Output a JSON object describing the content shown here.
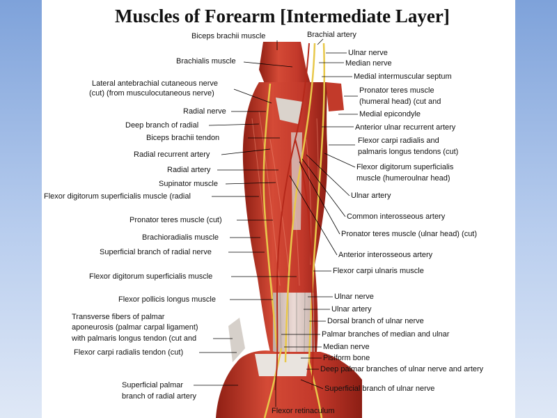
{
  "title": "Muscles of Forearm [Intermediate Layer]",
  "labels_left": {
    "biceps_brachii_muscle": "Biceps brachii muscle",
    "brachialis_muscle": "Brachialis muscle",
    "lateral_antebrachial_1": "Lateral antebrachial cutaneous nerve",
    "lateral_antebrachial_2": "(cut) (from musculocutaneous nerve)",
    "radial_nerve": "Radial nerve",
    "deep_branch_radial": "Deep branch of radial",
    "biceps_brachii_tendon": "Biceps brachii tendon",
    "radial_recurrent_artery": "Radial recurrent artery",
    "radial_artery": "Radial artery",
    "supinator_muscle": "Supinator muscle",
    "fds_radial": "Flexor digitorum superficialis muscle (radial",
    "pronator_teres_cut": "Pronator teres muscle (cut)",
    "brachioradialis": "Brachioradialis muscle",
    "superficial_branch_radial": "Superficial branch of radial nerve",
    "fds_muscle": "Flexor digitorum superficialis muscle",
    "fpl_muscle": "Flexor pollicis longus muscle",
    "transverse_1": "Transverse fibers of palmar",
    "transverse_2": "aponeurosis (palmar carpal ligament)",
    "transverse_3": "with palmaris longus tendon (cut and",
    "fcr_tendon_cut": "Flexor carpi radialis tendon (cut)",
    "superficial_palmar_1": "Superficial palmar",
    "superficial_palmar_2": "branch of radial artery"
  },
  "labels_right": {
    "brachial_artery": "Brachial artery",
    "ulnar_nerve_top": "Ulnar nerve",
    "median_nerve_top": "Median nerve",
    "medial_intermuscular_septum": "Medial intermuscular septum",
    "pronator_teres_humeral_1": "Pronator teres muscle",
    "pronator_teres_humeral_2": "(humeral head) (cut and",
    "medial_epicondyle": "Medial epicondyle",
    "anterior_ulnar_recurrent": "Anterior ulnar recurrent artery",
    "fcr_pl_tendons_1": "Flexor carpi radialis and",
    "fcr_pl_tendons_2": "palmaris longus tendons (cut)",
    "fds_humeroulnar_1": "Flexor digitorum superficialis",
    "fds_humeroulnar_2": "muscle (humeroulnar head)",
    "ulnar_artery_mid": "Ulnar artery",
    "common_interosseous": "Common interosseous artery",
    "pronator_teres_ulnar": "Pronator teres muscle (ulnar head) (cut)",
    "anterior_interosseous": "Anterior interosseous artery",
    "fcu_muscle": "Flexor carpi ulnaris muscle",
    "ulnar_nerve_low": "Ulnar nerve",
    "ulnar_artery_low": "Ulnar artery",
    "dorsal_branch_ulnar": "Dorsal branch of ulnar nerve",
    "palmar_branches": "Palmar branches of median and ulnar",
    "median_nerve_low": "Median nerve",
    "pisiform_bone": "Pisiform bone",
    "deep_palmar_branches": "Deep palmar branches of ulnar nerve and artery",
    "superficial_branch_ulnar": "Superficial branch of ulnar nerve",
    "flexor_retinaculum": "Flexor retinaculum"
  },
  "colors": {
    "muscle": "#c8392c",
    "muscle_dark": "#9e2418",
    "muscle_light": "#e26a55",
    "tendon": "#dcd8d4",
    "nerve": "#e8c84a",
    "artery": "#d5472e",
    "background_gradient_top": "#7ea2da",
    "panel": "#ffffff"
  }
}
